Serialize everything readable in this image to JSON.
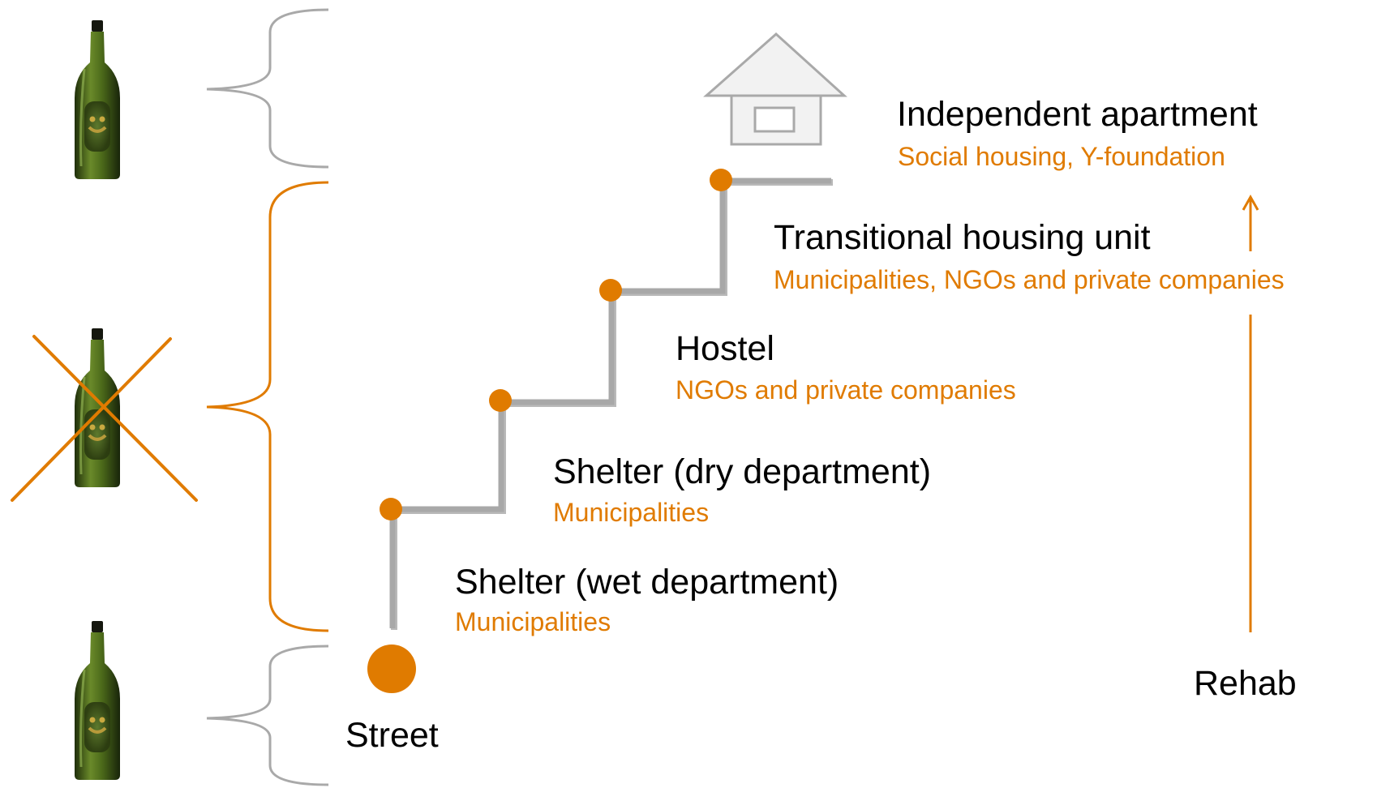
{
  "colors": {
    "accent": "#e07b00",
    "stair": "#a8a8a8",
    "brace_gray": "#a9a9a9",
    "text": "#000000"
  },
  "icons": {
    "bottle": "wine-bottle-icon",
    "cross": "cross-out-icon",
    "house": "house-icon"
  },
  "steps": {
    "street": {
      "title": "Street"
    },
    "wet_shelter": {
      "title": "Shelter (wet department)",
      "provider": "Municipalities"
    },
    "dry_shelter": {
      "title": "Shelter (dry department)",
      "provider": "Municipalities"
    },
    "hostel": {
      "title": "Hostel",
      "provider": "NGOs and private companies"
    },
    "transitional": {
      "title": "Transitional housing unit",
      "provider": "Municipalities, NGOs and private companies"
    },
    "independent": {
      "title": "Independent apartment",
      "provider": "Social housing, Y-foundation"
    }
  },
  "rehab": {
    "label": "Rehab"
  }
}
